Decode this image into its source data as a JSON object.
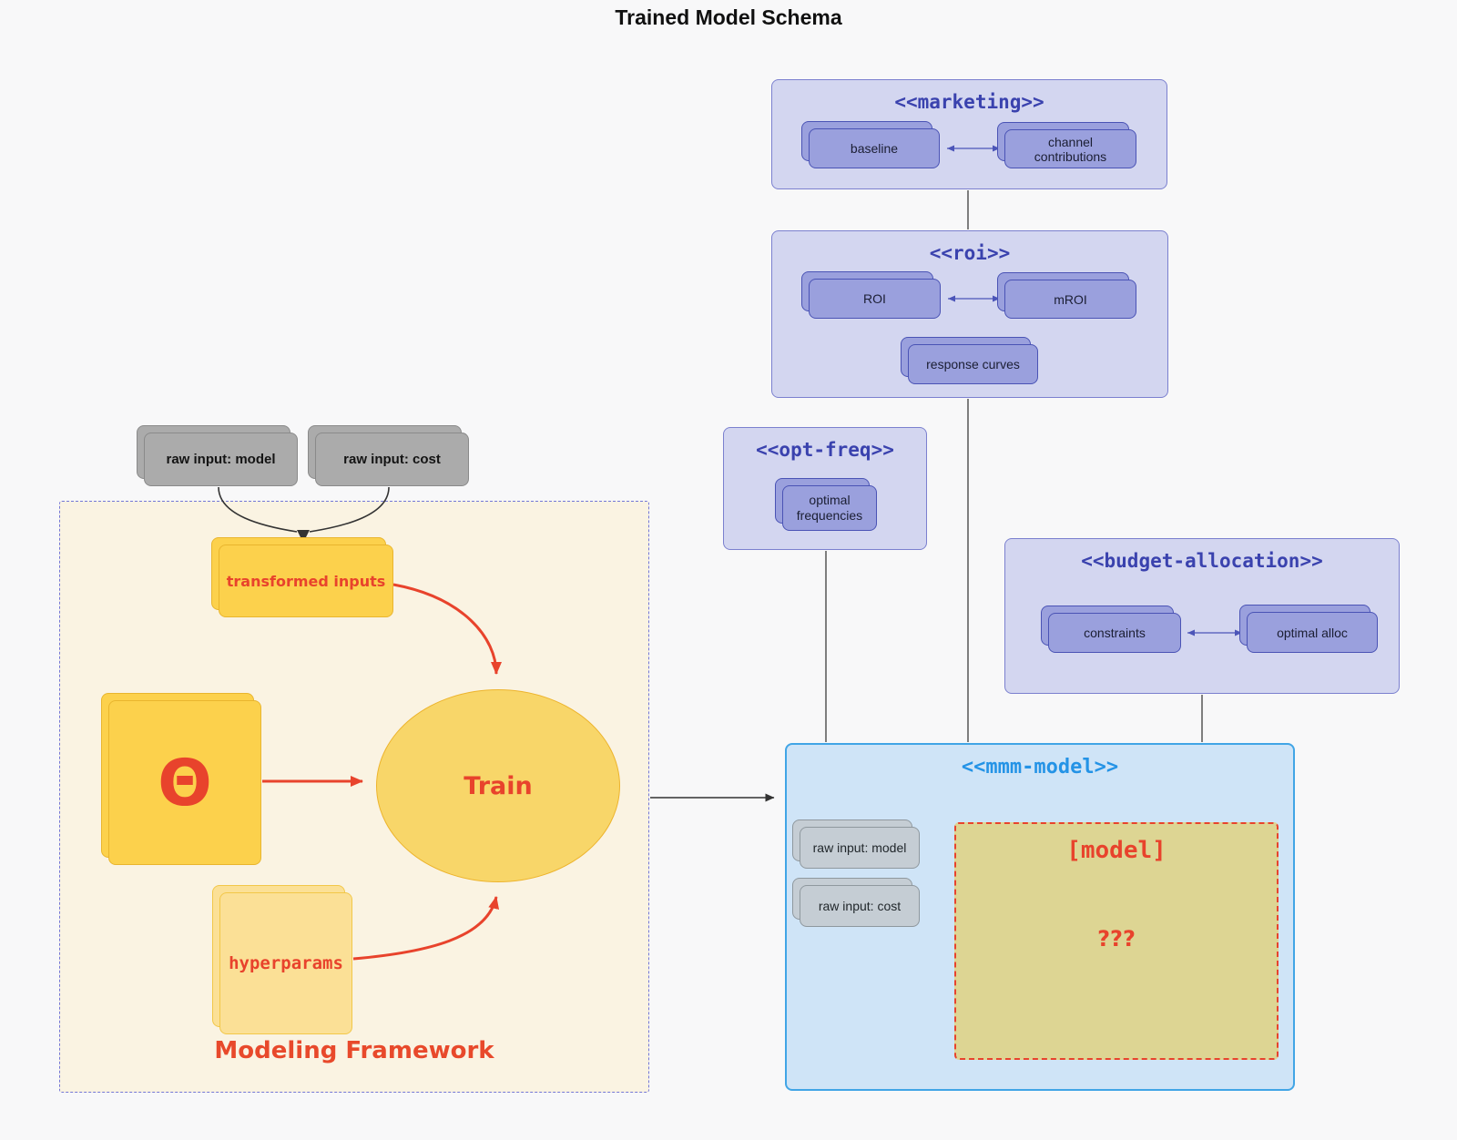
{
  "page_title": "Trained Model Schema",
  "colors": {
    "red_accent": "#e8432c",
    "indigo_title": "#3a42ae",
    "purple_container_fill": "#d3d6f0",
    "purple_node_fill": "#9aa0dd",
    "purple_node_border": "#4a53b5",
    "blue_title": "#2493e6",
    "blue_container_fill": "#cfe4f7",
    "blue_container_border": "#41a5e6",
    "yellow_fill": "#fcd14c",
    "yellow_light_fill": "#fbe096",
    "khaki_fill": "#ddd593",
    "gray_node_fill": "#ababab",
    "cream_fill": "#faf3e2"
  },
  "external_inputs": {
    "model": "raw input: model",
    "cost": "raw input: cost"
  },
  "framework": {
    "title": "Modeling Framework",
    "transformed_inputs": "transformed inputs",
    "theta": "Θ",
    "train": "Train",
    "hyperparams": "hyperparams"
  },
  "marketing": {
    "title": "<<marketing>>",
    "baseline": "baseline",
    "channel_contributions": "channel contributions"
  },
  "roi": {
    "title": "<<roi>>",
    "roi": "ROI",
    "mroi": "mROI",
    "response_curves": "response curves"
  },
  "opt_freq": {
    "title": "<<opt-freq>>",
    "optimal_frequencies": "optimal frequencies"
  },
  "budget_allocation": {
    "title": "<<budget-allocation>>",
    "constraints": "constraints",
    "optimal_alloc": "optimal alloc"
  },
  "mmm_model": {
    "title": "<<mmm-model>>",
    "raw_input_model": "raw input: model",
    "raw_input_cost": "raw input: cost",
    "model_placeholder": "[model]",
    "unknown": "???"
  }
}
